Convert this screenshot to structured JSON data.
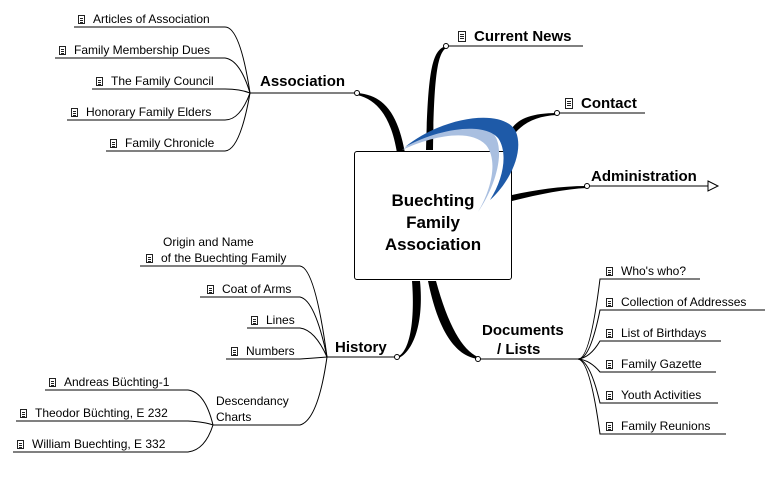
{
  "center": {
    "lines": [
      "Buechting",
      "Family",
      "Association"
    ]
  },
  "colors": {
    "swoosh_dark": "#1e5aa8",
    "swoosh_light": "#a9bfe0",
    "line": "#000000"
  },
  "branches": {
    "association": {
      "label": "Association",
      "items": [
        "Articles of Association",
        "Family Membership Dues",
        "The Family Council",
        "Honorary Family Elders",
        "Family Chronicle"
      ]
    },
    "current_news": {
      "label": "Current News"
    },
    "contact": {
      "label": "Contact"
    },
    "administration": {
      "label": "Administration"
    },
    "history": {
      "label": "History",
      "origin": [
        "Origin and Name",
        "of the Buechting Family"
      ],
      "items": [
        "Coat of Arms",
        "Lines",
        "Numbers"
      ],
      "descendancy": {
        "label": [
          "Descendancy",
          "Charts"
        ],
        "items": [
          "Andreas Büchting-1",
          "Theodor Büchting, E 232",
          "William Buechting, E 332"
        ]
      }
    },
    "documents": {
      "label": [
        "Documents",
        "/ Lists"
      ],
      "items": [
        "Who's who?",
        "Collection of Addresses",
        "List of Birthdays",
        "Family Gazette",
        "Youth Activities",
        "Family Reunions"
      ]
    }
  }
}
